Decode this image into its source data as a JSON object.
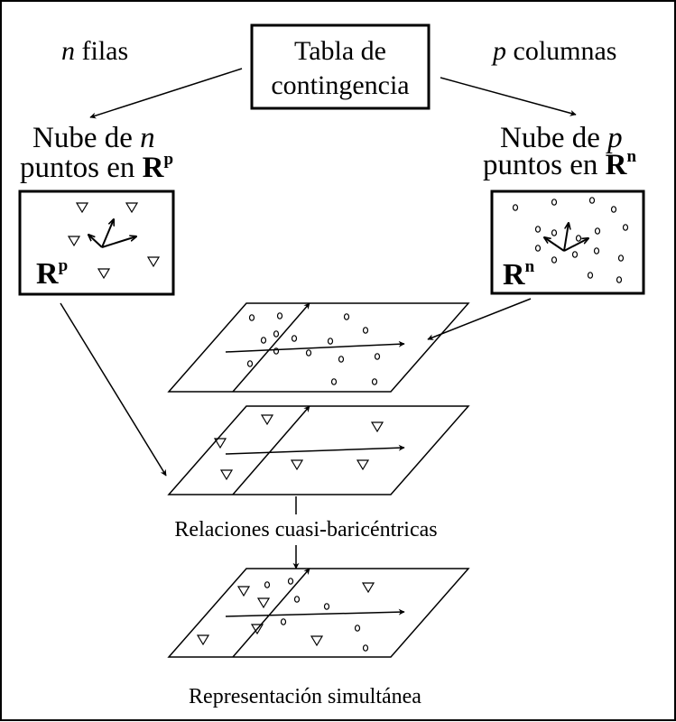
{
  "title_box": {
    "line1": "Tabla de",
    "line2": "contingencia"
  },
  "left_label": {
    "var": "n",
    "text": " filas"
  },
  "right_label": {
    "var": "p",
    "text": " columnas"
  },
  "left_cloud": {
    "line1_text": "Nube de ",
    "line1_var": "n",
    "line2_text": "puntos en ",
    "space": "R",
    "exp": "p"
  },
  "right_cloud": {
    "line1_text": "Nube de ",
    "line1_var": "p",
    "line2_text": "puntos en ",
    "space": "R",
    "exp": "n"
  },
  "left_box": {
    "space": "R",
    "exp": "p"
  },
  "right_box": {
    "space": "R",
    "exp": "n"
  },
  "caption_middle": "Relaciones cuasi-baricéntricas",
  "caption_bottom": "Representación simultánea"
}
